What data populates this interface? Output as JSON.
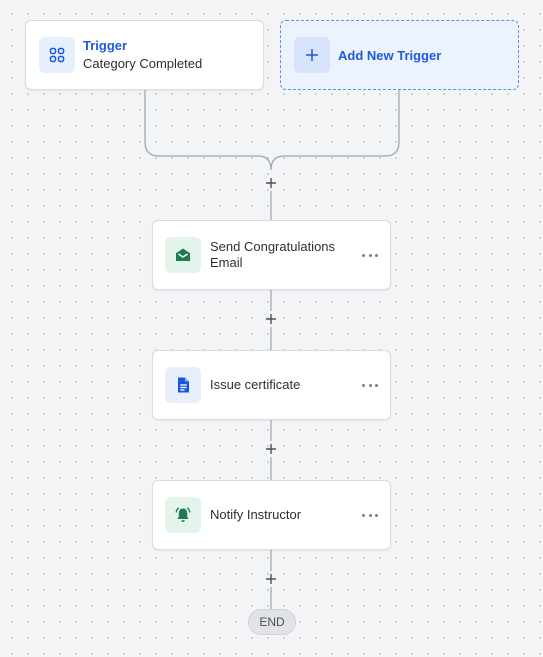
{
  "trigger": {
    "label": "Trigger",
    "value": "Category Completed",
    "icon": "grid-icon"
  },
  "add_trigger": {
    "label": "Add New Trigger",
    "icon": "plus-icon"
  },
  "steps": [
    {
      "title": "Send Congratulations Email",
      "icon": "mail-open-icon",
      "icon_color": "#1f7a4d"
    },
    {
      "title": "Issue certificate",
      "icon": "document-icon",
      "icon_color": "#1a56db"
    },
    {
      "title": "Notify Instructor",
      "icon": "bell-icon",
      "icon_color": "#1f7a4d"
    }
  ],
  "end": {
    "label": "END"
  },
  "colors": {
    "accent": "#1c5bd9",
    "connector": "#9ca3ad",
    "background": "#f3f4f6"
  }
}
